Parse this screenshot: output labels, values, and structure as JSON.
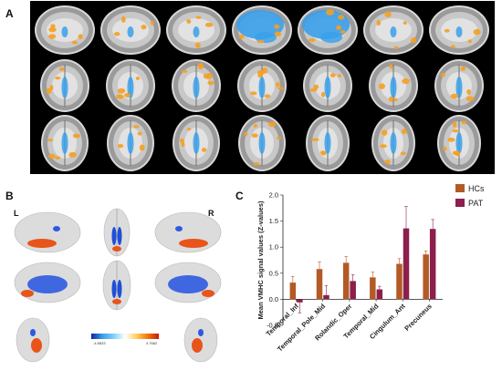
{
  "figure": {
    "panel_a_label": "A",
    "panel_b_label": "B",
    "panel_c_label": "C"
  },
  "panel_b": {
    "left_label": "L",
    "right_label": "R",
    "colorbar_min": "-4.5833",
    "colorbar_max": "4.7662"
  },
  "colors": {
    "hcs": "#b35a26",
    "pat": "#8c1f4c",
    "blue_activation": "#3aa0ea",
    "orange_activation": "#f5a020"
  },
  "chart_data": {
    "type": "bar",
    "title": "",
    "xlabel": "",
    "ylabel": "Mean VMHC signal values (Z-values)",
    "ylim": [
      -0.5,
      2.0
    ],
    "yticks": [
      "-0.5",
      "0.0",
      "0.5",
      "1.0",
      "1.5",
      "2.0"
    ],
    "categories": [
      "Temporal_Inf",
      "Temporal_Pole_Mid",
      "Rolandic_Oper",
      "Temporal_Mid",
      "Cingulum_Ant",
      "Precuneus"
    ],
    "series": [
      {
        "name": "HCs",
        "values": [
          0.32,
          0.58,
          0.7,
          0.42,
          0.68,
          0.86
        ],
        "errors": [
          0.12,
          0.14,
          0.12,
          0.1,
          0.1,
          0.07
        ]
      },
      {
        "name": "PAT",
        "values": [
          -0.06,
          0.08,
          0.35,
          0.19,
          1.36,
          1.35
        ],
        "errors": [
          0.2,
          0.18,
          0.12,
          0.06,
          0.42,
          0.18
        ]
      }
    ],
    "legend": "top-right",
    "grid": false
  }
}
